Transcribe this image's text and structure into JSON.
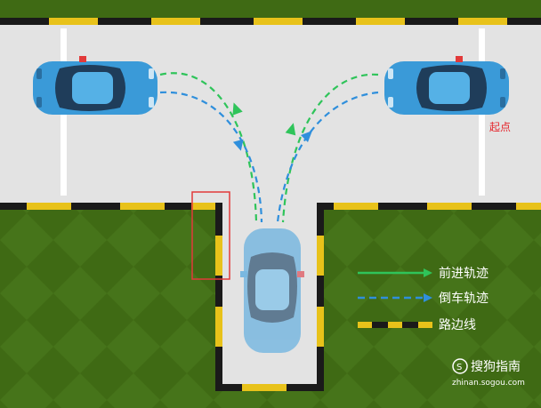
{
  "labels": {
    "start": "起点"
  },
  "legend": {
    "forward": "前进轨迹",
    "reverse": "倒车轨迹",
    "curb": "路边线"
  },
  "watermark": {
    "brand": "搜狗指南",
    "url": "zhinan.sogou.com"
  },
  "colors": {
    "grass": "#3f6a14",
    "road": "#e3e3e3",
    "curb_yellow": "#e8c21a",
    "curb_black": "#1a1a1a",
    "forward_track": "#2fc45a",
    "reverse_track": "#2f8fdc",
    "car_body": "#3a9ad8",
    "car_ghost": "#7ab8e0",
    "start_text": "#e5242b",
    "highlight_box": "#e23a3a"
  }
}
